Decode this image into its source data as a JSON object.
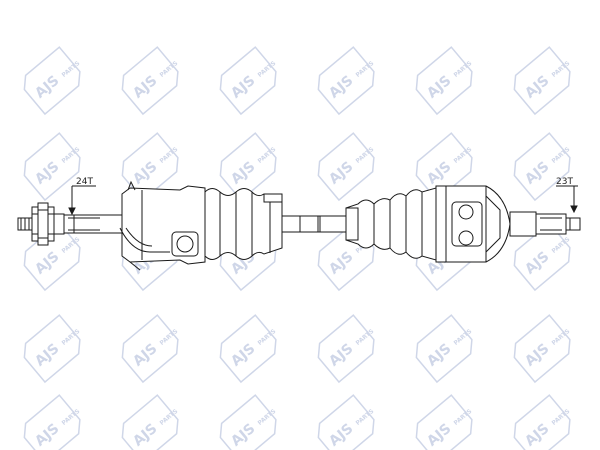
{
  "diagram": {
    "left_spline_label": "24T",
    "right_spline_label": "23T"
  },
  "watermark": {
    "brand_text": "AJS",
    "suffix_text": "PARTS",
    "color": "#a9b6d6"
  },
  "colors": {
    "line": "#1a1a1a"
  }
}
